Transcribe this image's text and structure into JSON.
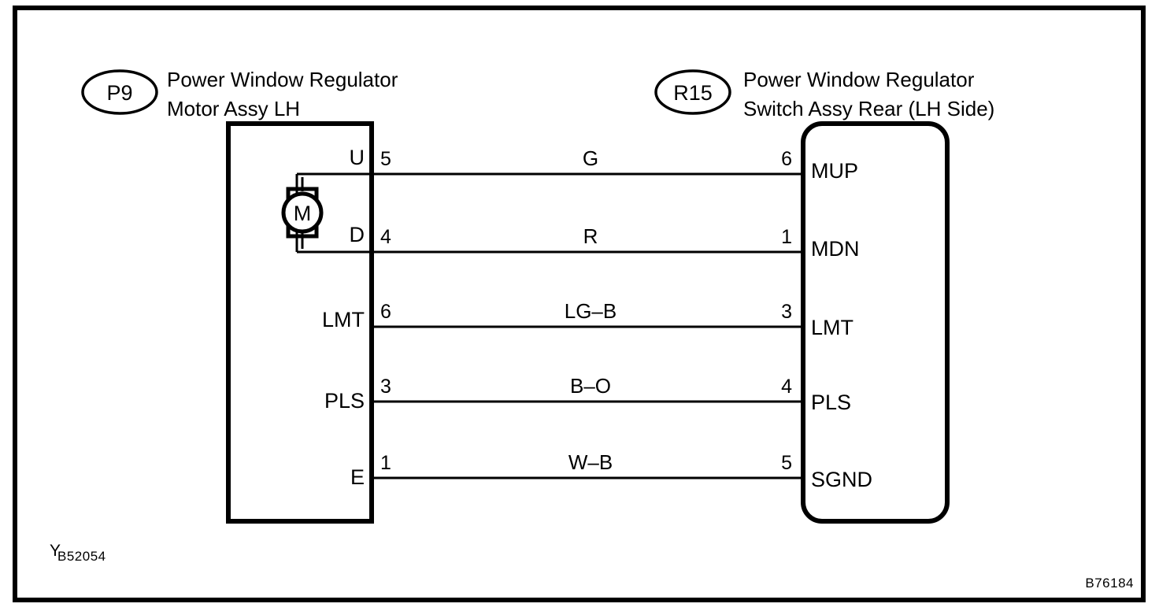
{
  "figure": {
    "type": "automotive-wiring-diagram",
    "frame_border_color": "#000000",
    "background_color": "#ffffff",
    "line_color": "#000000"
  },
  "left_connector": {
    "id": "P9",
    "title_line1": "Power Window Regulator",
    "title_line2": "Motor Assy LH",
    "shape": "rectangle",
    "component_symbol": "motor",
    "component_symbol_letter": "M"
  },
  "right_connector": {
    "id": "R15",
    "title_line1": "Power Window Regulator",
    "title_line2": "Switch Assy Rear (LH Side)",
    "shape": "rounded-rectangle"
  },
  "connections": [
    {
      "left_terminal": "U",
      "left_pin": "5",
      "wire_code": "G",
      "right_pin": "6",
      "right_terminal": "MUP"
    },
    {
      "left_terminal": "D",
      "left_pin": "4",
      "wire_code": "R",
      "right_pin": "1",
      "right_terminal": "MDN"
    },
    {
      "left_terminal": "LMT",
      "left_pin": "6",
      "wire_code": "LG–B",
      "right_pin": "3",
      "right_terminal": "LMT"
    },
    {
      "left_terminal": "PLS",
      "left_pin": "3",
      "wire_code": "B–O",
      "right_pin": "4",
      "right_terminal": "PLS"
    },
    {
      "left_terminal": "E",
      "left_pin": "1",
      "wire_code": "W–B",
      "right_pin": "5",
      "right_terminal": "SGND"
    }
  ],
  "footer": {
    "left_mark": "Y",
    "left_code": "B52054",
    "right_code": "B76184"
  }
}
